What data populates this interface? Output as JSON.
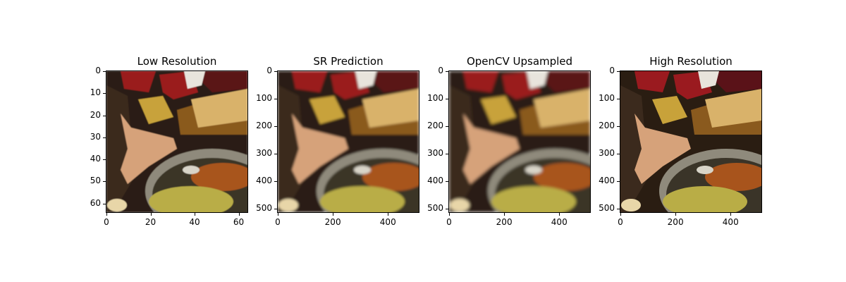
{
  "figure": {
    "panels": [
      {
        "title": "Low Resolution",
        "blur": 0.4,
        "yticks": [
          "0",
          "10",
          "20",
          "30",
          "40",
          "50",
          "60"
        ],
        "xticks": [
          "0",
          "20",
          "40",
          "60"
        ],
        "y_values": [
          0,
          10,
          20,
          30,
          40,
          50,
          60
        ],
        "x_values": [
          0,
          20,
          40,
          60
        ],
        "axis_max": 64
      },
      {
        "title": "SR Prediction",
        "blur": 1.6,
        "yticks": [
          "0",
          "100",
          "200",
          "300",
          "400",
          "500"
        ],
        "xticks": [
          "0",
          "200",
          "400"
        ],
        "y_values": [
          0,
          100,
          200,
          300,
          400,
          500
        ],
        "x_values": [
          0,
          200,
          400
        ],
        "axis_max": 512
      },
      {
        "title": "OpenCV Upsampled",
        "blur": 2.2,
        "yticks": [
          "0",
          "100",
          "200",
          "300",
          "400",
          "500"
        ],
        "xticks": [
          "0",
          "200",
          "400"
        ],
        "y_values": [
          0,
          100,
          200,
          300,
          400,
          500
        ],
        "x_values": [
          0,
          200,
          400
        ],
        "axis_max": 512
      },
      {
        "title": "High Resolution",
        "blur": 0,
        "yticks": [
          "0",
          "100",
          "200",
          "300",
          "400",
          "500"
        ],
        "xticks": [
          "0",
          "200",
          "400"
        ],
        "y_values": [
          0,
          100,
          200,
          300,
          400,
          500
        ],
        "x_values": [
          0,
          200,
          400
        ],
        "axis_max": 512
      }
    ],
    "photo_colors": {
      "background_dark": "#2a1d12",
      "red_seat": "#9a1a1f",
      "yellow_tray": "#c8a23a",
      "wood_table": "#8a5a1e",
      "skin": "#d6a27a",
      "hair": "#3b2a1d",
      "metal": "#8f8a7c",
      "broth_red": "#a8541c",
      "broth_yellow": "#b9ad46",
      "white_cloth": "#e8e4dc"
    }
  }
}
